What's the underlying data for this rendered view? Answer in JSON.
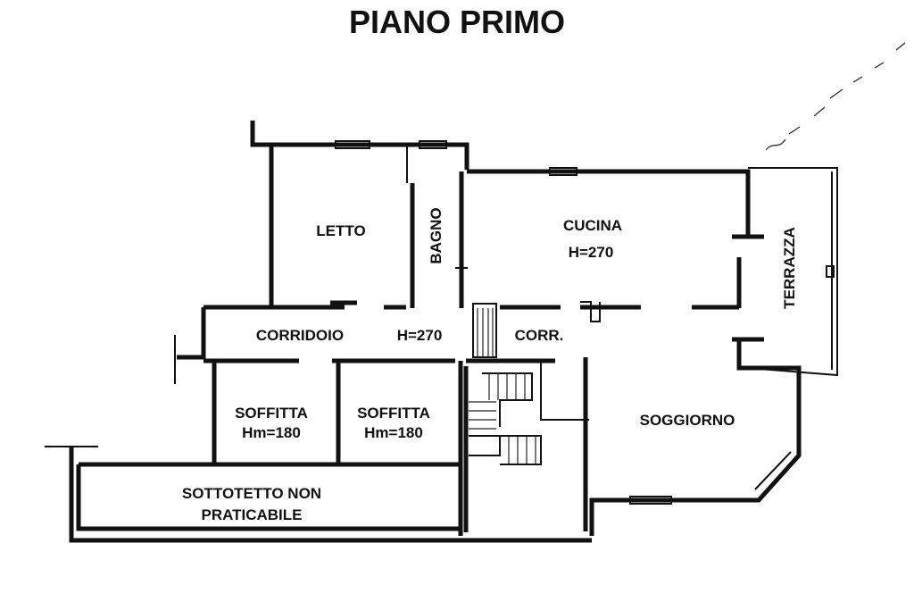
{
  "title": "PIANO PRIMO",
  "rooms": {
    "letto": "LETTO",
    "bagno": "BAGNO",
    "cucina": "CUCINA",
    "cucina_h": "H=270",
    "terrazza": "TERRAZZA",
    "corridoio": "CORRIDOIO",
    "corridoio_h": "H=270",
    "corr": "CORR.",
    "soffitta1": "SOFFITTA",
    "soffitta1_h": "Hm=180",
    "soffitta2": "SOFFITTA",
    "soffitta2_h": "Hm=180",
    "soggiorno": "SOGGIORNO",
    "sottotetto1": "SOTTOTETTO NON",
    "sottotetto2": "PRATICABILE"
  }
}
